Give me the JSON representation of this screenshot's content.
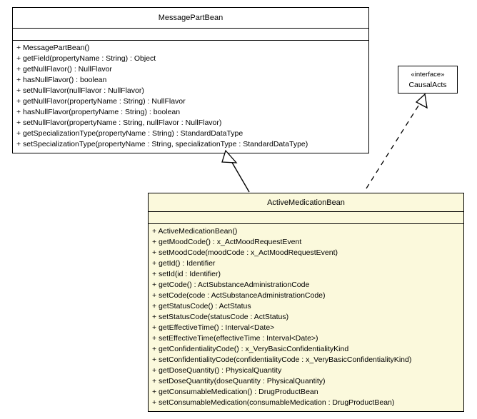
{
  "diagram": {
    "type": "uml-class-diagram",
    "background_color": "#ffffff",
    "line_color": "#000000"
  },
  "classes": [
    {
      "id": "MessagePartBean",
      "name": "MessagePartBean",
      "fill_color": "#ffffff",
      "attributes": [],
      "operations": [
        "+ MessagePartBean()",
        "+ getField(propertyName : String) : Object",
        "+ getNullFlavor() : NullFlavor",
        "+ hasNullFlavor() : boolean",
        "+ setNullFlavor(nullFlavor : NullFlavor)",
        "+ getNullFlavor(propertyName : String) : NullFlavor",
        "+ hasNullFlavor(propertyName : String) : boolean",
        "+ setNullFlavor(propertyName : String, nullFlavor : NullFlavor)",
        "+ getSpecializationType(propertyName : String) : StandardDataType",
        "+ setSpecializationType(propertyName : String, specializationType : StandardDataType)"
      ]
    },
    {
      "id": "ActiveMedicationBean",
      "name": "ActiveMedicationBean",
      "fill_color": "#fbf9dc",
      "attributes": [],
      "operations": [
        "+ ActiveMedicationBean()",
        "+ getMoodCode() : x_ActMoodRequestEvent",
        "+ setMoodCode(moodCode : x_ActMoodRequestEvent)",
        "+ getId() : Identifier",
        "+ setId(id : Identifier)",
        "+ getCode() : ActSubstanceAdministrationCode",
        "+ setCode(code : ActSubstanceAdministrationCode)",
        "+ getStatusCode() : ActStatus",
        "+ setStatusCode(statusCode : ActStatus)",
        "+ getEffectiveTime() : Interval<Date>",
        "+ setEffectiveTime(effectiveTime : Interval<Date>)",
        "+ getConfidentialityCode() : x_VeryBasicConfidentialityKind",
        "+ setConfidentialityCode(confidentialityCode : x_VeryBasicConfidentialityKind)",
        "+ getDoseQuantity() : PhysicalQuantity",
        "+ setDoseQuantity(doseQuantity : PhysicalQuantity)",
        "+ getConsumableMedication() : DrugProductBean",
        "+ setConsumableMedication(consumableMedication : DrugProductBean)"
      ]
    }
  ],
  "interfaces": [
    {
      "id": "CausalActs",
      "stereotype": "«interface»",
      "name": "CausalActs",
      "fill_color": "#ffffff"
    }
  ],
  "relationships": [
    {
      "name": "generalization",
      "from": "ActiveMedicationBean",
      "to": "MessagePartBean",
      "line_style": "solid",
      "arrow_head": "hollow-triangle"
    },
    {
      "name": "realization",
      "from": "ActiveMedicationBean",
      "to": "CausalActs",
      "line_style": "dashed",
      "arrow_head": "hollow-triangle"
    }
  ]
}
